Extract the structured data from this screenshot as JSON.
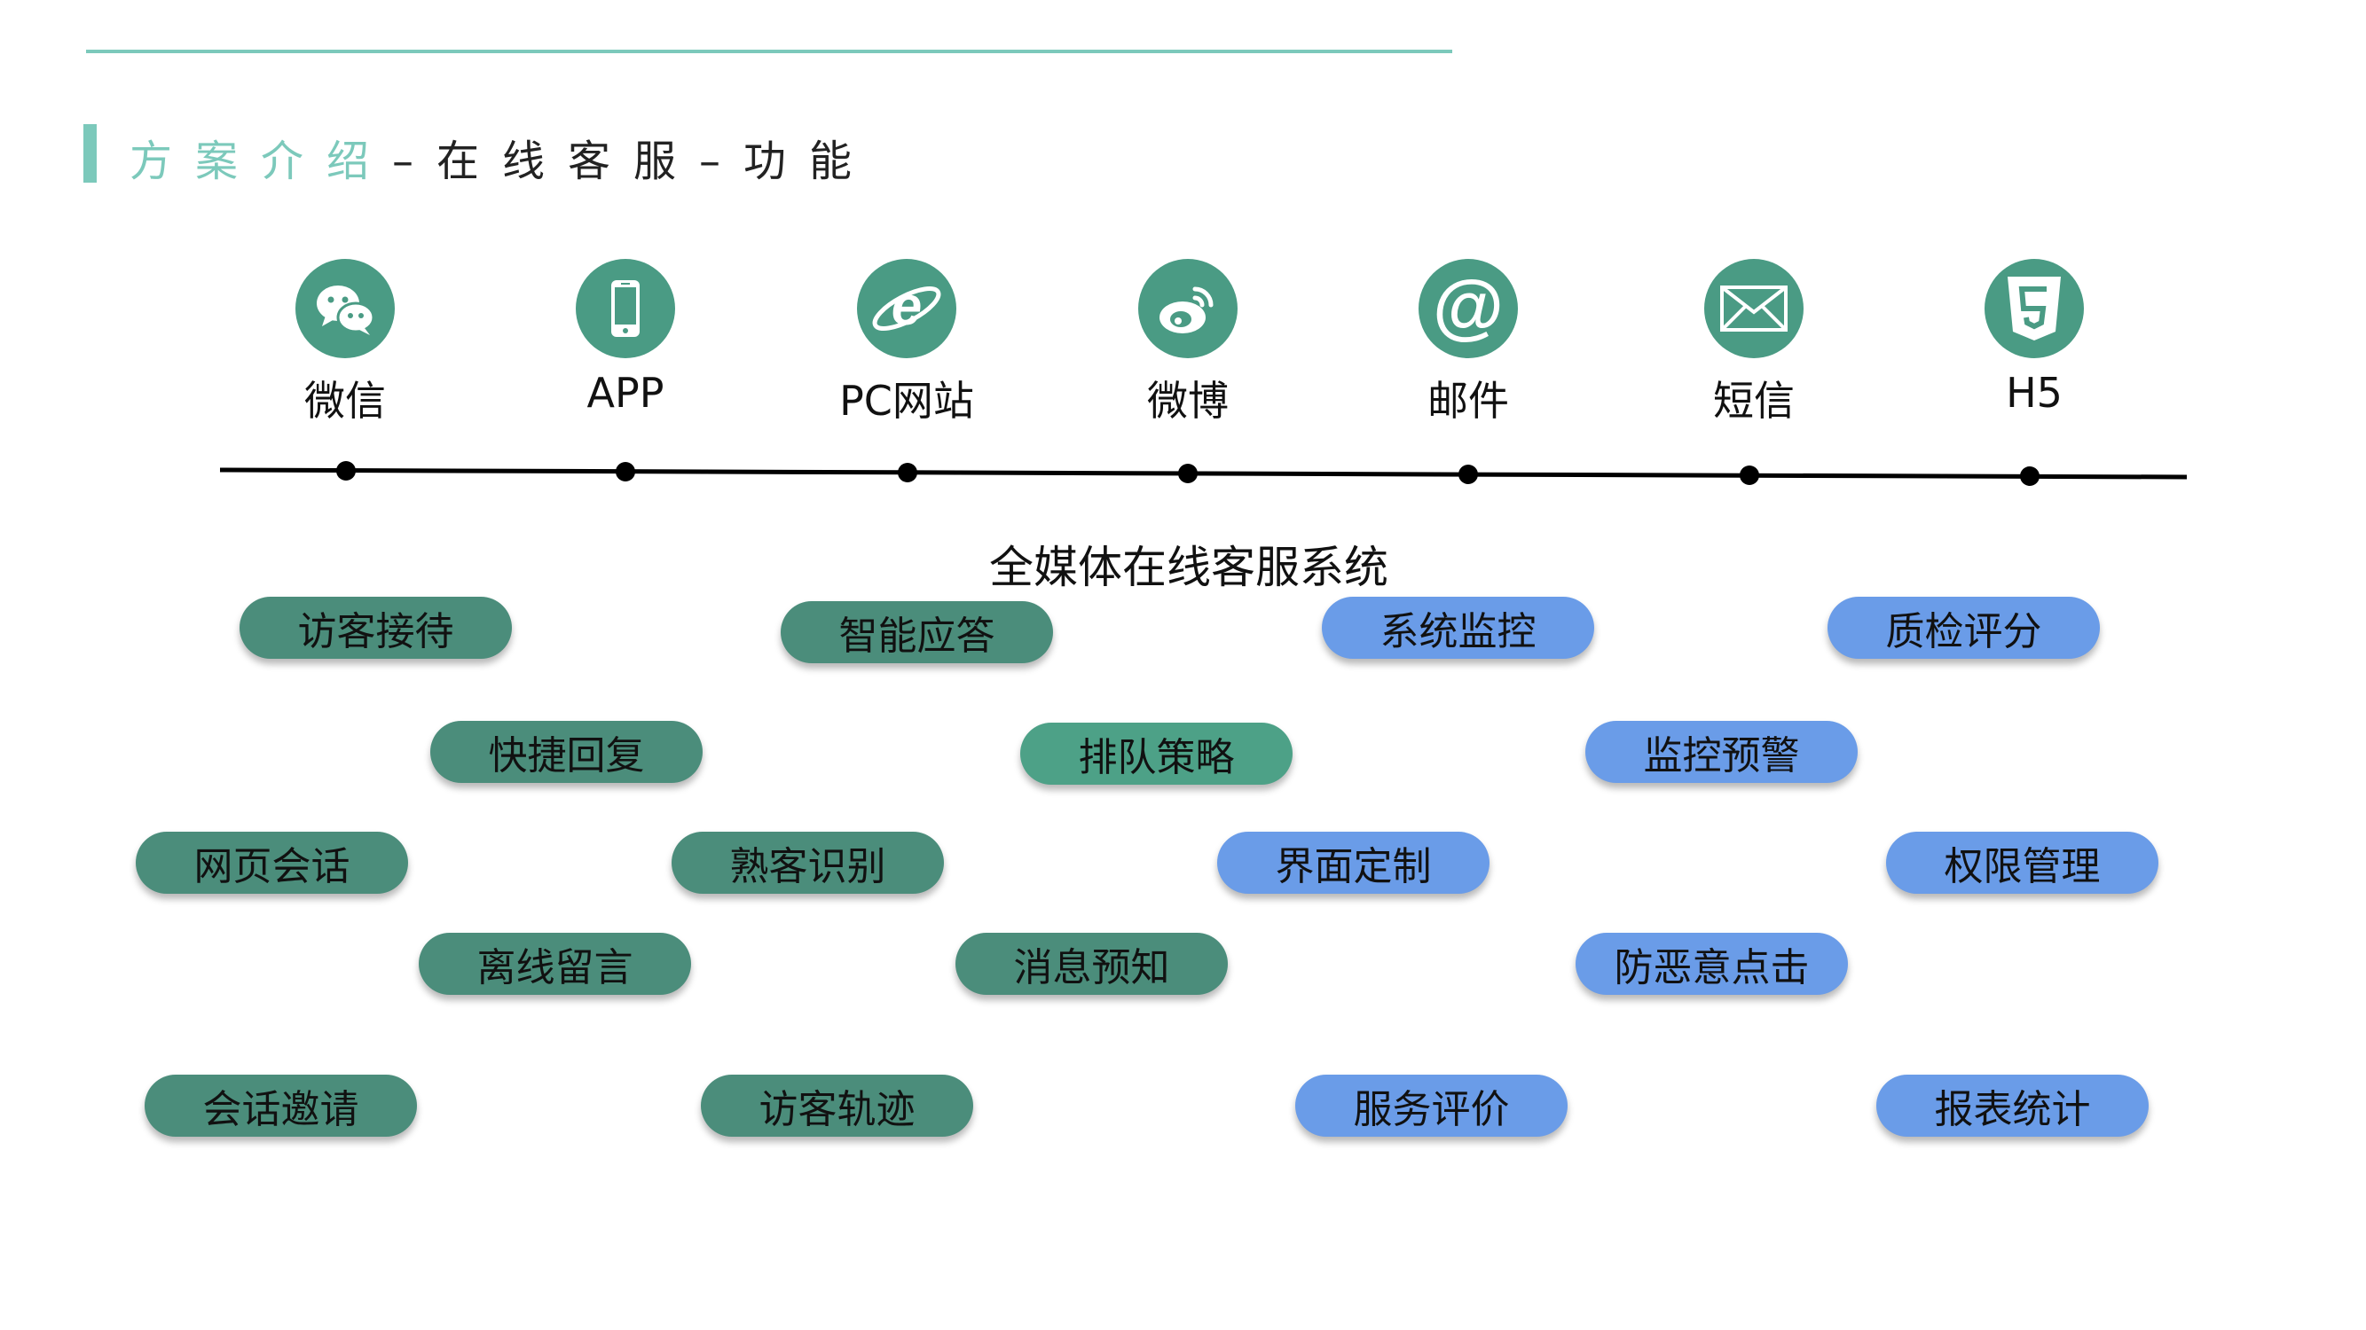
{
  "colors": {
    "accent": "#7cc9bb",
    "icon_bg": "#4a9b84",
    "pill_green": "#4b8d7b",
    "pill_green_light": "#4da187",
    "pill_blue": "#6a9ce8"
  },
  "header": {
    "title_accent": "方案介绍",
    "title_rest": "–在线客服–功能"
  },
  "channels": [
    {
      "label": "微信",
      "icon": "wechat-icon"
    },
    {
      "label": "APP",
      "icon": "mobile-phone-icon"
    },
    {
      "label": "PC网站",
      "icon": "internet-explorer-icon"
    },
    {
      "label": "微博",
      "icon": "weibo-icon"
    },
    {
      "label": "邮件",
      "icon": "at-sign-icon"
    },
    {
      "label": "短信",
      "icon": "envelope-icon"
    },
    {
      "label": "H5",
      "icon": "html5-icon"
    }
  ],
  "system_title": "全媒体在线客服系统",
  "features": [
    "访客接待",
    "智能应答",
    "系统监控",
    "质检评分",
    "快捷回复",
    "排队策略",
    "监控预警",
    "网页会话",
    "熟客识别",
    "界面定制",
    "权限管理",
    "离线留言",
    "消息预知",
    "防恶意点击",
    "会话邀请",
    "访客轨迹",
    "服务评价",
    "报表统计"
  ]
}
